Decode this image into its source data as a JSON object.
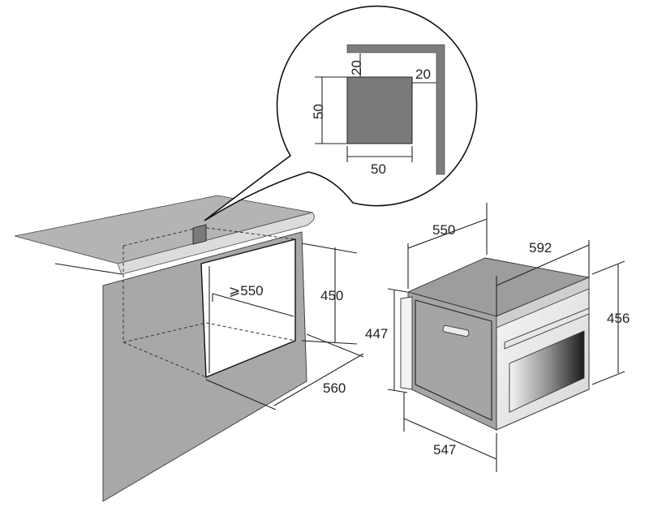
{
  "labels": {
    "vent_height": "20",
    "vent_offset": "20",
    "vent_side": "50",
    "vent_width": "50",
    "cabinet_depth": "⩾550",
    "cabinet_height": "450",
    "cabinet_width": "560",
    "oven_depth": "550",
    "oven_width": "592",
    "oven_body_height": "447",
    "oven_front_height": "456",
    "oven_body_width": "547"
  },
  "colors": {
    "cabinet": "#a8a8a8",
    "countertop": "#b4b4b4",
    "vent": "#7a7a7a",
    "oven_side": "#a5a5a5",
    "oven_top": "#9d9d9d",
    "oven_front": "#ececec",
    "line": "#222222"
  }
}
